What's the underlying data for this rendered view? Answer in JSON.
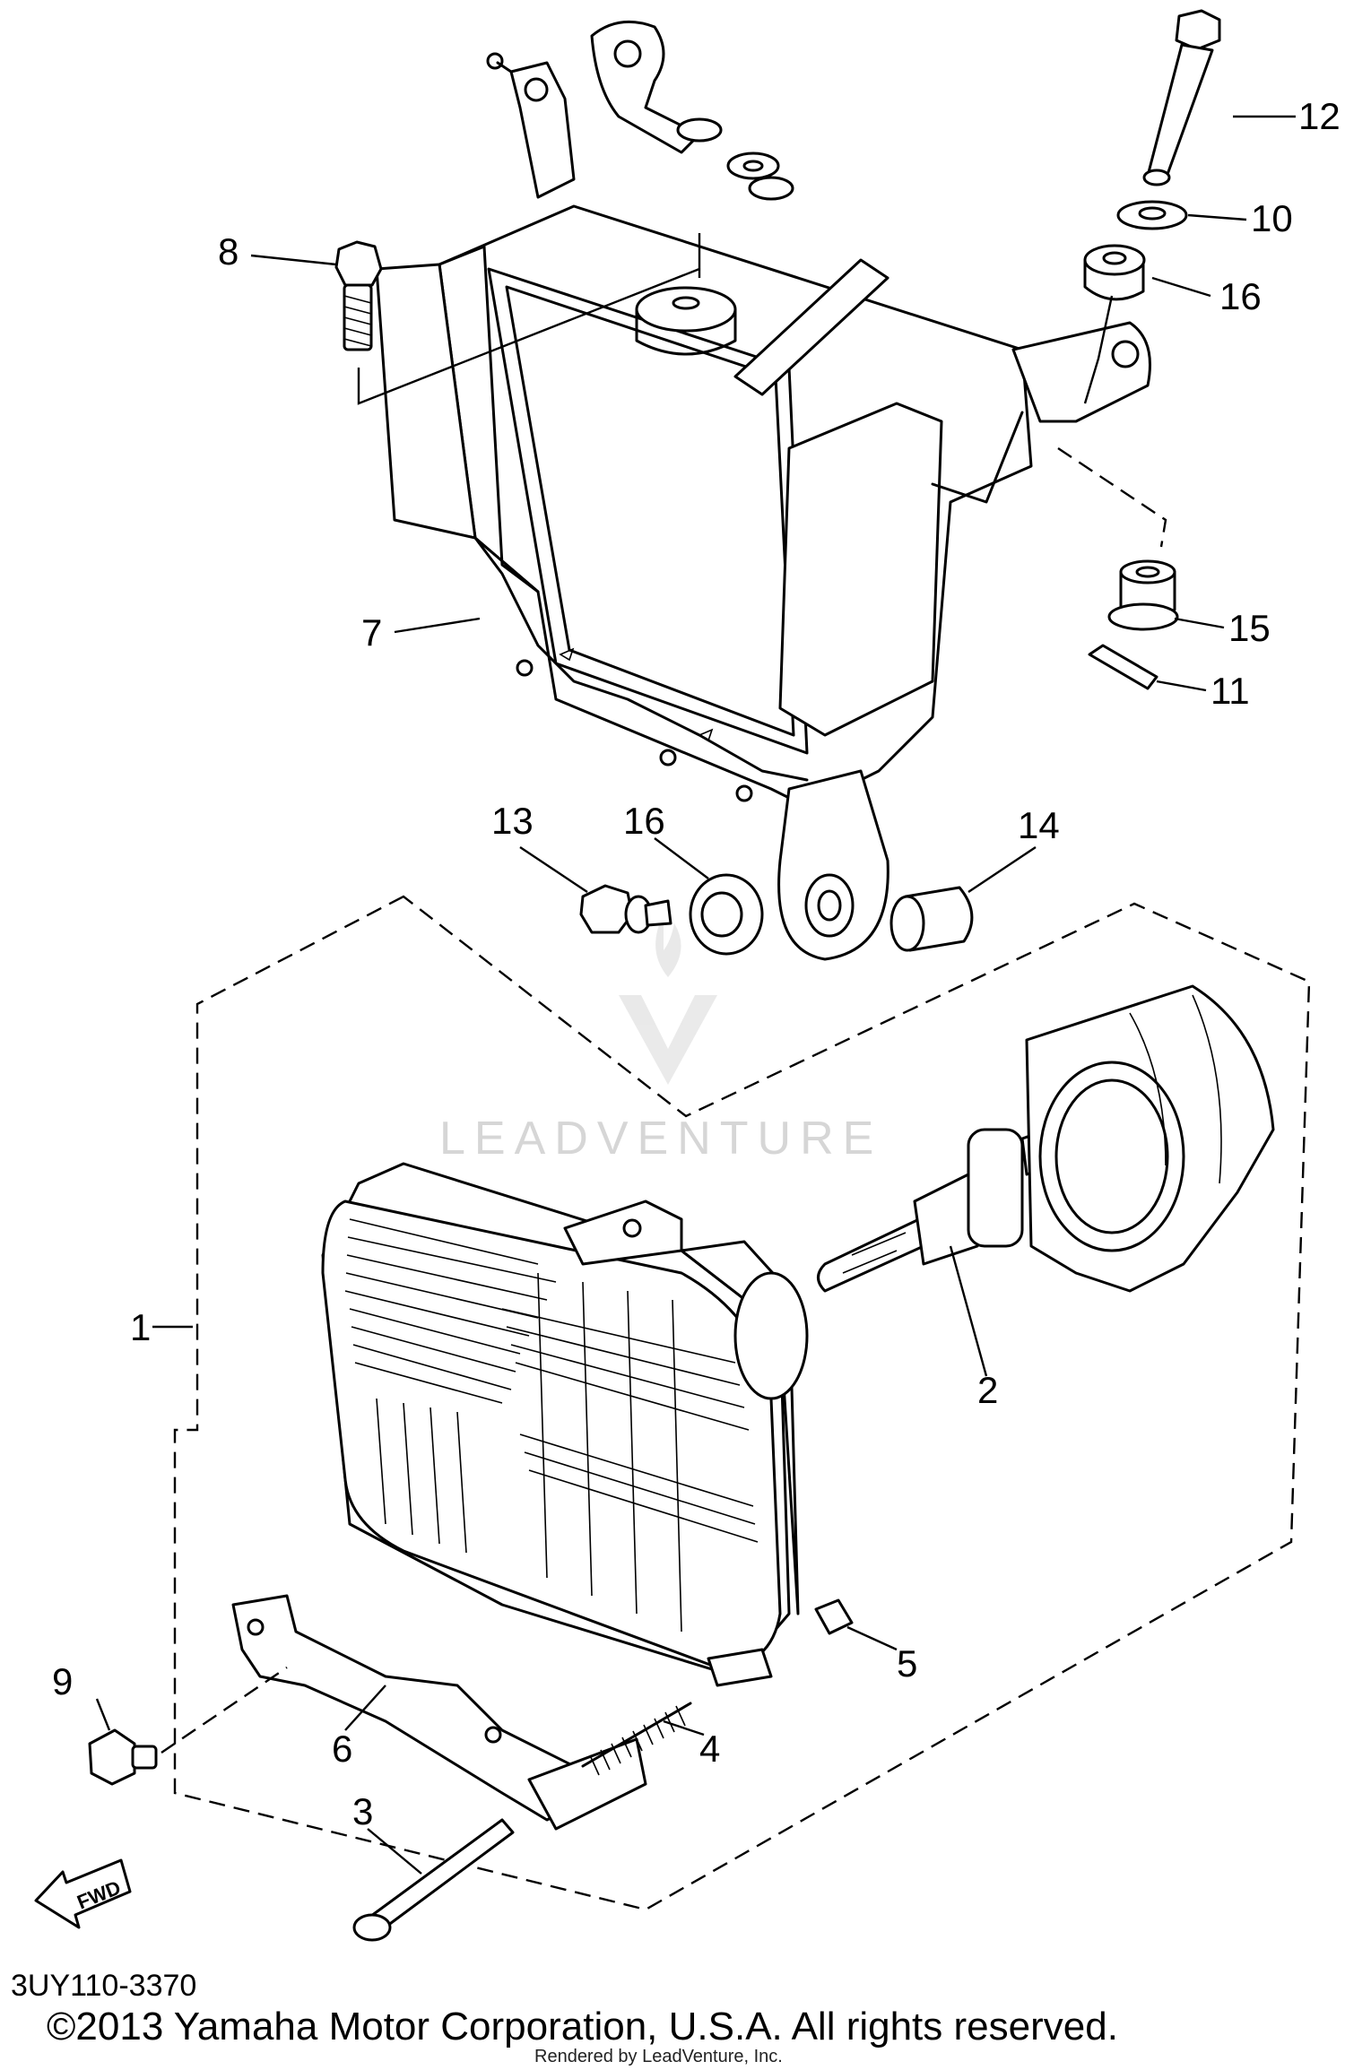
{
  "diagram": {
    "callouts": [
      {
        "id": "c1",
        "label": "1"
      },
      {
        "id": "c2",
        "label": "2"
      },
      {
        "id": "c3",
        "label": "3"
      },
      {
        "id": "c4",
        "label": "4"
      },
      {
        "id": "c5",
        "label": "5"
      },
      {
        "id": "c6",
        "label": "6"
      },
      {
        "id": "c7",
        "label": "7"
      },
      {
        "id": "c8",
        "label": "8"
      },
      {
        "id": "c9",
        "label": "9"
      },
      {
        "id": "c10",
        "label": "10"
      },
      {
        "id": "c11",
        "label": "11"
      },
      {
        "id": "c12",
        "label": "12"
      },
      {
        "id": "c13",
        "label": "13"
      },
      {
        "id": "c14",
        "label": "14"
      },
      {
        "id": "c15",
        "label": "15"
      },
      {
        "id": "c16a",
        "label": "16"
      },
      {
        "id": "c16b",
        "label": "16"
      }
    ],
    "fwd_label": "FWD",
    "watermark": "LEADVENTURE"
  },
  "footer": {
    "code": "3UY110-3370",
    "copyright": "©2013 Yamaha Motor Corporation, U.S.A. All rights reserved.",
    "rendered_by": "Rendered by LeadVenture, Inc."
  }
}
